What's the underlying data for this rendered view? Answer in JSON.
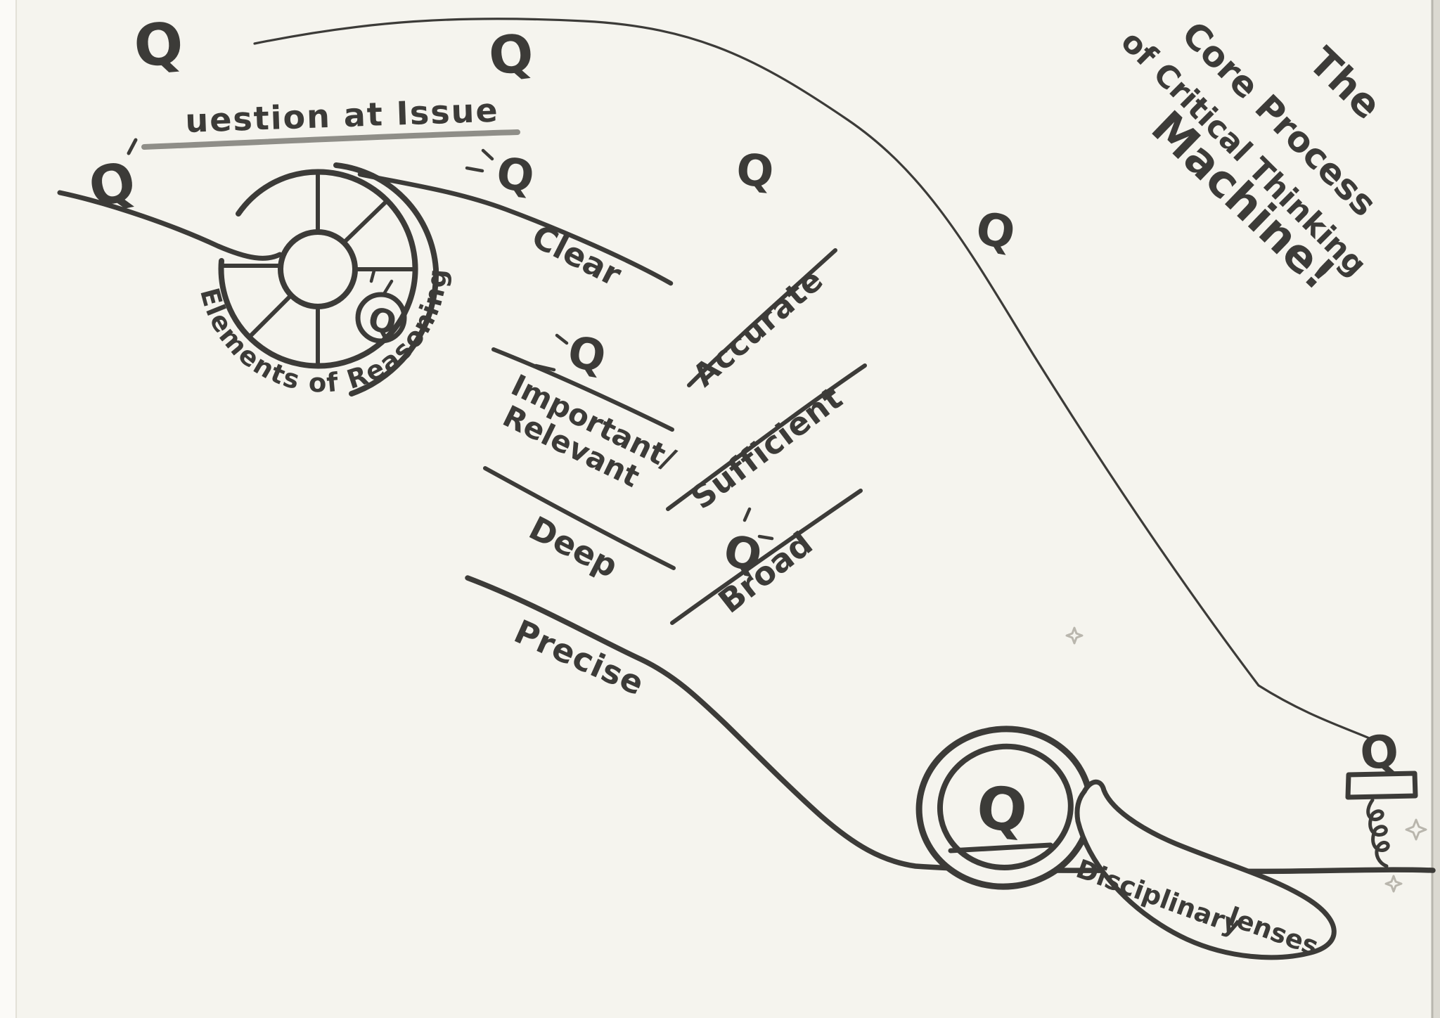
{
  "q": "Q",
  "title": {
    "line1": "The",
    "line2": "Core Process",
    "line3": "of Critical Thinking",
    "line4": "Machine!"
  },
  "question_at_issue": {
    "big_q": "Q",
    "label": "uestion at Issue"
  },
  "wheel": {
    "label": "Elements of Reasoning"
  },
  "standards": {
    "clear": "Clear",
    "accurate": "Accurate",
    "important": "Important/",
    "relevant": "Relevant",
    "sufficient": "Sufficient",
    "deep": "Deep",
    "broad": "Broad",
    "precise": "Precise"
  },
  "lenses": {
    "word1": "Disciplinary",
    "word2": "lenses"
  },
  "colors": {
    "paper": "#f5f4ee",
    "ink": "#3c3b38",
    "marker_gray": "#8f8e88"
  }
}
